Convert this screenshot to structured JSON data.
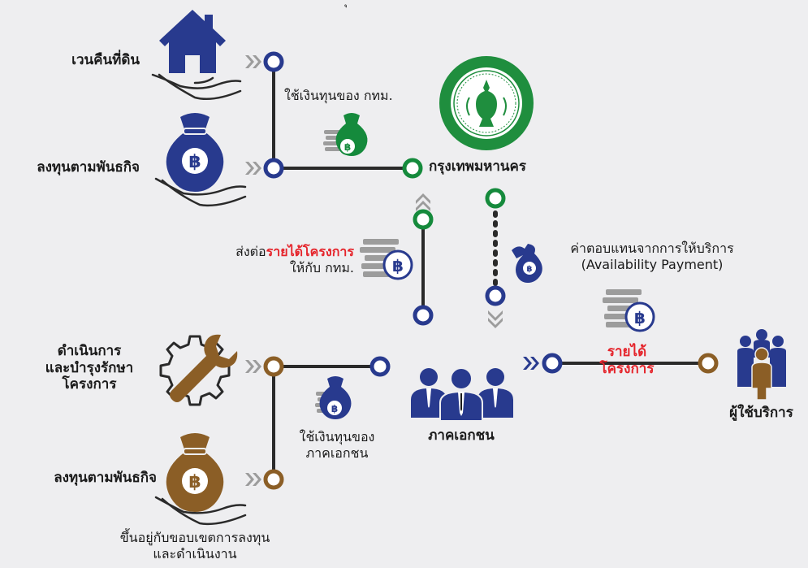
{
  "colors": {
    "blue": "#283a8e",
    "green": "#158a3c",
    "brown": "#8b5e26",
    "gray": "#9c9c9c",
    "red": "#e5242b",
    "dark": "#2a2a2a",
    "seal_green": "#1f8e3e"
  },
  "icons": [
    "house-icon",
    "hand-icon",
    "money-bag-icon",
    "coin-stack-icon",
    "bangkok-seal-icon",
    "gear-wrench-icon",
    "business-people-icon",
    "users-group-icon",
    "chevron-left-icon",
    "chevron-up-icon",
    "chevron-down-icon"
  ],
  "labels": {
    "top_fragment": "ุ",
    "land_return": "เวนคืนที่ดิน",
    "invest_mission_bma": "ลงทุนตามพันธกิจ",
    "bma_funding": "ใช้เงินทุนของ กทม.",
    "bma": "กรุงเทพมหานคร",
    "forward_prefix": "ส่งต่อ",
    "forward_highlight": "รายได้โครงการ",
    "forward_line2": "ให้กับ กทม.",
    "availability_line1": "ค่าตอบแทนจากการให้บริการ",
    "availability_line2": "(Availability Payment)",
    "operate_line1": "ดำเนินการ",
    "operate_line2": "และบำรุงรักษา",
    "operate_line3": "โครงการ",
    "private_funding_line1": "ใช้เงินทุนของ",
    "private_funding_line2": "ภาคเอกชน",
    "private_sector": "ภาคเอกชน",
    "revenue_line1": "รายได้",
    "revenue_line2": "โครงการ",
    "service_users": "ผู้ใช้บริการ",
    "invest_mission_private": "ลงทุนตามพันธกิจ",
    "scope_line1": "ขึ้นอยู่กับขอบเขตการลงทุน",
    "scope_line2": "และดำเนินงาน",
    "bag_symbol": "฿"
  }
}
